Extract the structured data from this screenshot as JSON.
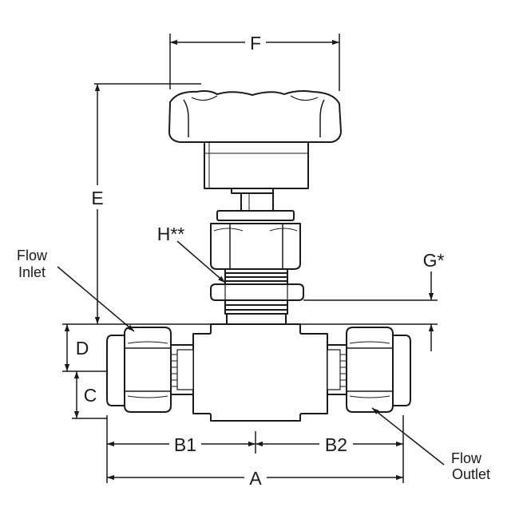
{
  "dimensions": {
    "F": "F",
    "E": "E",
    "H": "H**",
    "G": "G*",
    "D": "D",
    "C": "C",
    "B1": "B1",
    "B2": "B2",
    "A": "A"
  },
  "callouts": {
    "inlet_line1": "Flow",
    "inlet_line2": "Inlet",
    "outlet_line1": "Flow",
    "outlet_line2": "Outlet"
  },
  "colors": {
    "stroke": "#1a1a1a",
    "fill": "#ffffff"
  }
}
